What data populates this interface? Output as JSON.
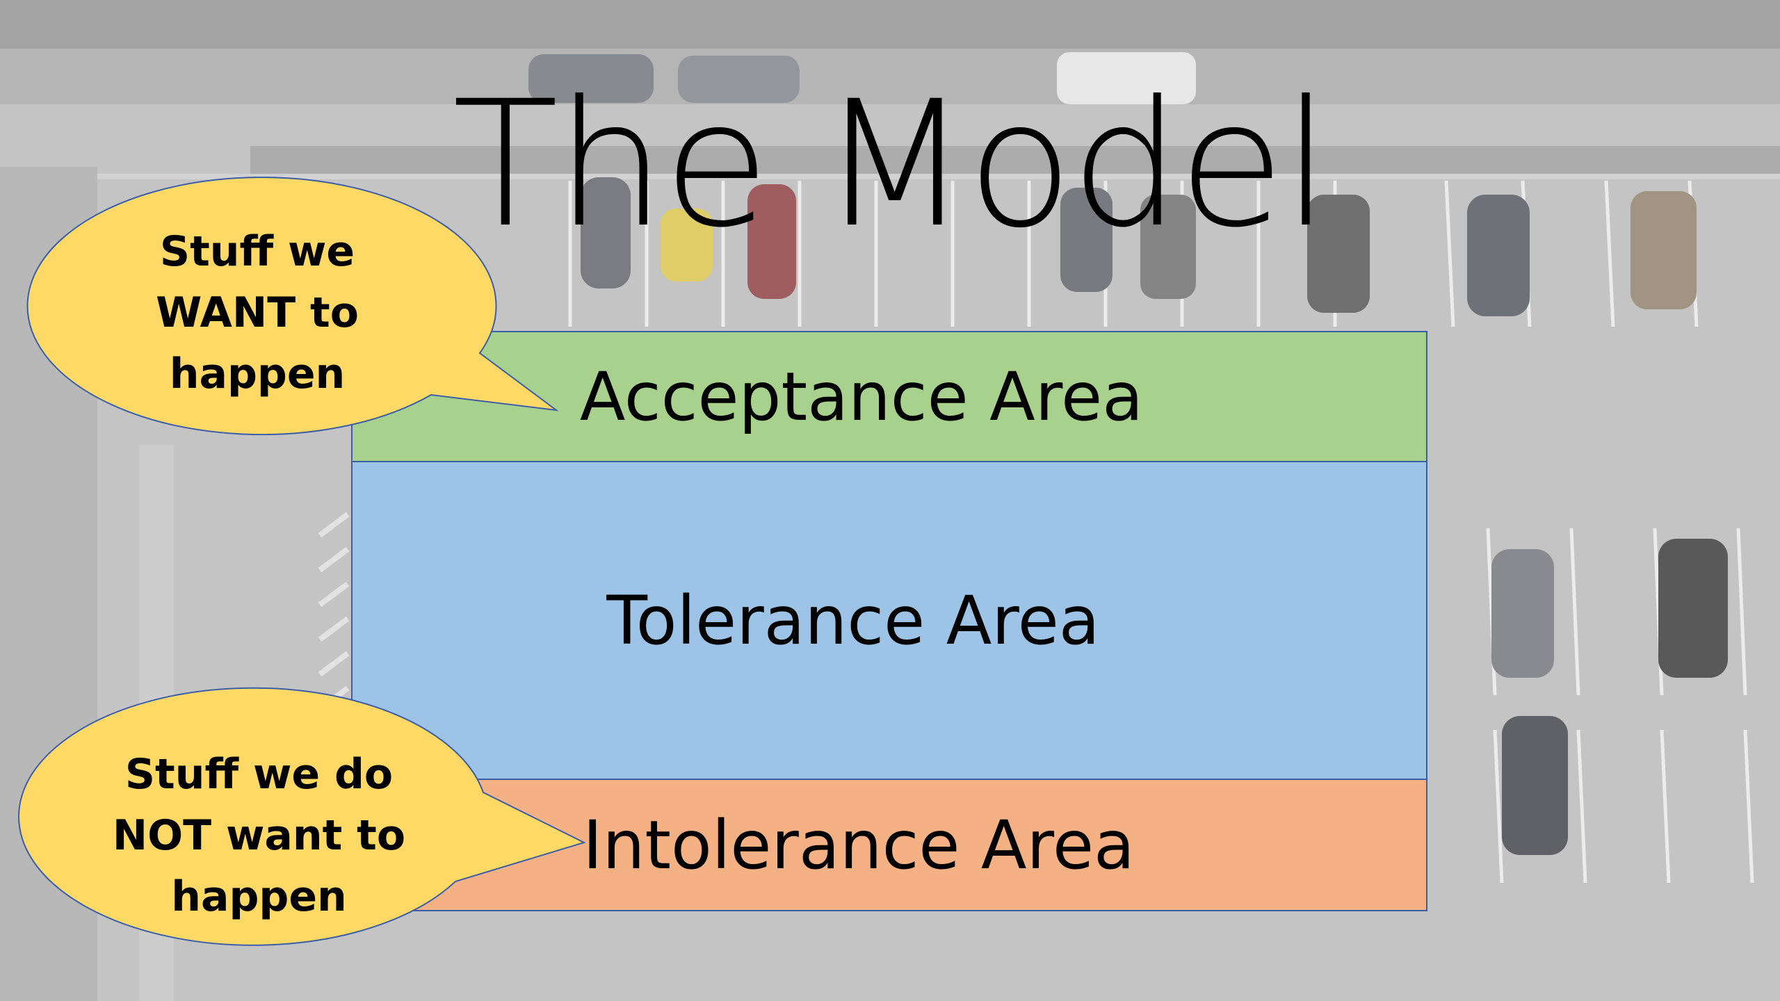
{
  "title": "The Model",
  "areas": {
    "acceptance": "Acceptance Area",
    "tolerance": "Tolerance Area",
    "intolerance": "Intolerance Area"
  },
  "callouts": {
    "want": {
      "lines": [
        "Stuff we",
        "WANT to",
        "happen"
      ]
    },
    "not_want": {
      "lines": [
        "Stuff we do",
        "NOT want to",
        "happen"
      ]
    }
  },
  "colors": {
    "acceptance": "#a9d18e",
    "tolerance": "#9dc3e6",
    "intolerance": "#f4b183",
    "callout_fill": "#ffd966",
    "callout_border": "#3a5ea8"
  }
}
